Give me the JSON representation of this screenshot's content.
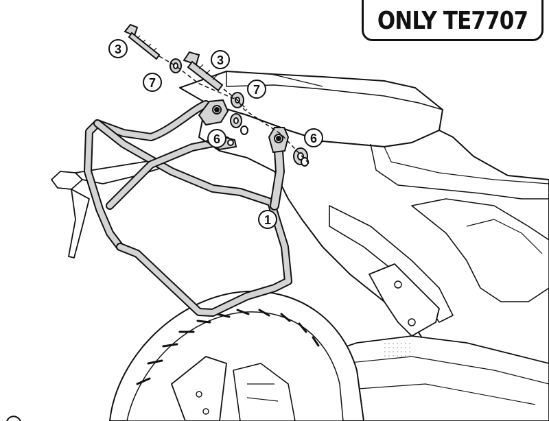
{
  "header": {
    "model_note": "ONLY TE7707"
  },
  "callouts": [
    {
      "id": "bolt-left",
      "label": "3"
    },
    {
      "id": "bolt-right",
      "label": "3"
    },
    {
      "id": "washer-left",
      "label": "7"
    },
    {
      "id": "washer-right",
      "label": "7"
    },
    {
      "id": "spacer-left",
      "label": "6"
    },
    {
      "id": "spacer-right",
      "label": "6"
    },
    {
      "id": "frame",
      "label": "1"
    }
  ],
  "colors": {
    "line": "#111111",
    "part_fill": "#d4d4d4",
    "bike_fill": "#ffffff",
    "shade": "#bdbdbd"
  }
}
